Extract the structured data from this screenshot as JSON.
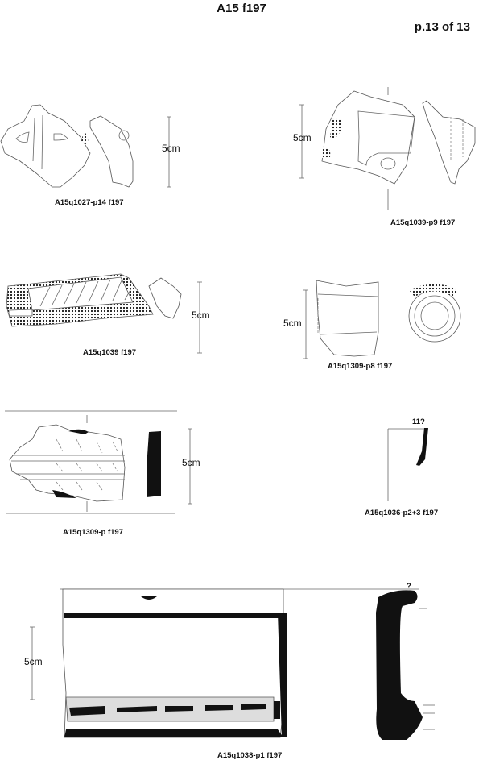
{
  "header": {
    "title": "A15 f197",
    "page": "p.13 of 13"
  },
  "scale_label": "5cm",
  "figures": [
    {
      "label": "A15q1027-p14 f197"
    },
    {
      "label": "A15q1039-p9 f197"
    },
    {
      "label": "A15q1039 f197"
    },
    {
      "label": "A15q1309-p8 f197"
    },
    {
      "label": "A15q1309-p f197"
    },
    {
      "label": "A15q1036-p2+3 f197",
      "note": "11?"
    },
    {
      "label": "A15q1038-p1 f197",
      "note": "?"
    }
  ]
}
